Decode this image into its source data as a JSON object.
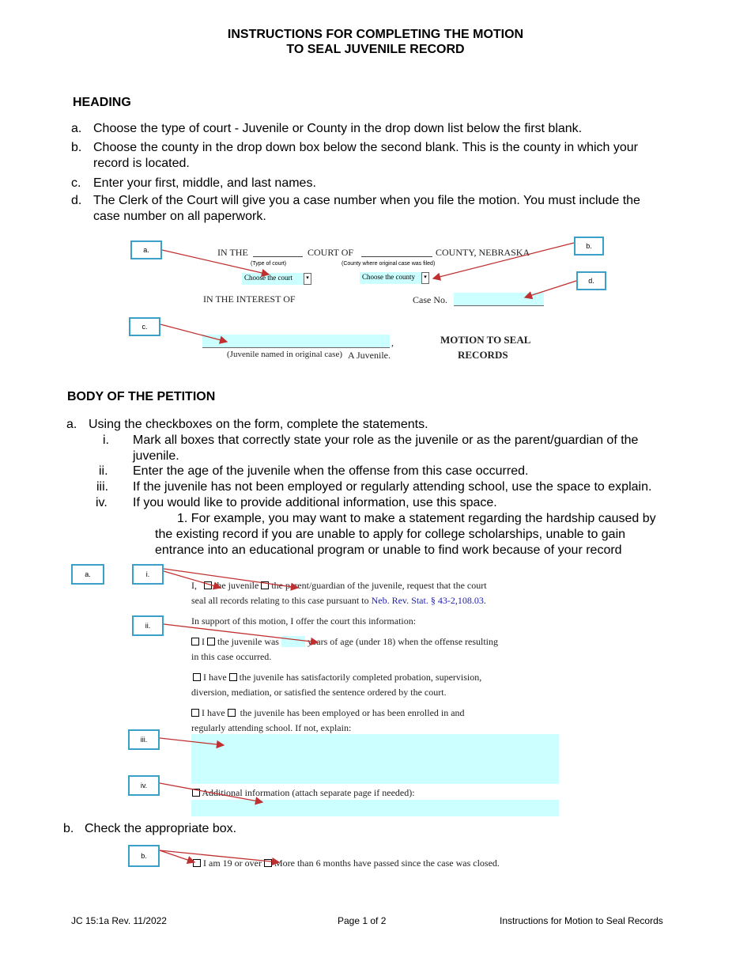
{
  "title": {
    "line1": "INSTRUCTIONS FOR COMPLETING THE MOTION",
    "line2": "TO SEAL JUVENILE RECORD"
  },
  "heading_section": {
    "title": "HEADING",
    "items": [
      {
        "marker": "a.",
        "lines": [
          "Choose the type of court - Juvenile or County in the drop down list below the first blank."
        ]
      },
      {
        "marker": "b.",
        "lines": [
          "Choose the county in the drop down box below the second blank. This is the county in which your",
          "record is located."
        ]
      },
      {
        "marker": "c.",
        "lines": [
          "Enter your first, middle, and last names."
        ]
      },
      {
        "marker": "d.",
        "lines": [
          "The Clerk of the Court will give you a case number when you file the motion. You must include the",
          "case number on all paperwork."
        ]
      }
    ]
  },
  "form1": {
    "in_the": "IN THE",
    "court_of": "COURT OF",
    "county_ne": "COUNTY, NEBRASKA",
    "type_of_court": "(Type of court)",
    "county_where": "(County where original case was filed)",
    "court_dropdown": "Choose the court",
    "county_dropdown": "Choose the county",
    "in_interest": "IN THE INTEREST OF",
    "case_no": "Case No.",
    "comma": ",",
    "juvenile_named": "(Juvenile named in original case)",
    "a_juvenile": "A Juvenile.",
    "motion_line1": "MOTION TO SEAL",
    "motion_line2": "RECORDS",
    "tags": {
      "a": "a.",
      "b": "b.",
      "c": "c.",
      "d": "d."
    }
  },
  "body_section": {
    "title": "BODY OF THE PETITION",
    "a_marker": "a.",
    "a_text": "Using the checkboxes on the form, complete the statements.",
    "sub": [
      {
        "marker": "i.",
        "lines": [
          "Mark all boxes that correctly state your role as the juvenile or as the parent/guardian of the",
          "juvenile."
        ]
      },
      {
        "marker": "ii.",
        "lines": [
          "Enter the age of the juvenile when the offense from this case occurred."
        ]
      },
      {
        "marker": "iii.",
        "lines": [
          "If the juvenile has not been employed or regularly attending school, use the space to explain."
        ]
      },
      {
        "marker": "iv.",
        "lines": [
          "If you would like to provide additional information, use this space."
        ]
      }
    ],
    "example_lines": [
      "1.  For example, you may want to make a statement regarding the hardship caused by",
      "the existing record if you are unable to apply for college scholarships, unable to gain",
      "entrance into an educational program or unable to find work because of your record"
    ],
    "b_marker": "b.",
    "b_text": "Check the appropriate box."
  },
  "form2": {
    "tags": {
      "a": "a.",
      "i": "i.",
      "ii": "ii.",
      "iii": "iii.",
      "iv": "iv.",
      "b": "b."
    },
    "l1_i": "I,",
    "l1_juv": "the juvenile",
    "l1_rest": "the parent/guardian of the juvenile, request that the court",
    "l2_pre": "seal all records relating to this case pursuant to",
    "l2_link": "Neb. Rev. Stat. § 43-2,108.03",
    "l2_end": ".",
    "support": "In support of this motion, I offer the court this information:",
    "age_i": "I",
    "age_juv": "the juvenile was",
    "age_rest": "years of age (under 18) when the offense resulting",
    "age_l2": "in this case occurred.",
    "prob_ihave": "I have",
    "prob_rest": "the juvenile has satisfactorily completed probation, supervision,",
    "prob_l2": "diversion, mediation, or satisfied the sentence ordered by the court.",
    "emp_ihave": "I have",
    "emp_rest": "the juvenile has been employed or has been enrolled in and",
    "emp_l2": "regularly attending school. If not, explain:",
    "addl": "Additional information (attach separate page if needed):",
    "b_opt1": "I am 19 or over",
    "b_opt2": "More than 6 months have passed since the case was closed."
  },
  "footer": {
    "left": "JC 15:1a Rev. 11/2022",
    "center": "Page 1 of 2",
    "right": "Instructions for Motion to Seal Records"
  },
  "colors": {
    "field_fill": "#ccffff",
    "tag_border": "#3aa0c8",
    "arrow": "#c03030",
    "link": "#2222aa"
  }
}
